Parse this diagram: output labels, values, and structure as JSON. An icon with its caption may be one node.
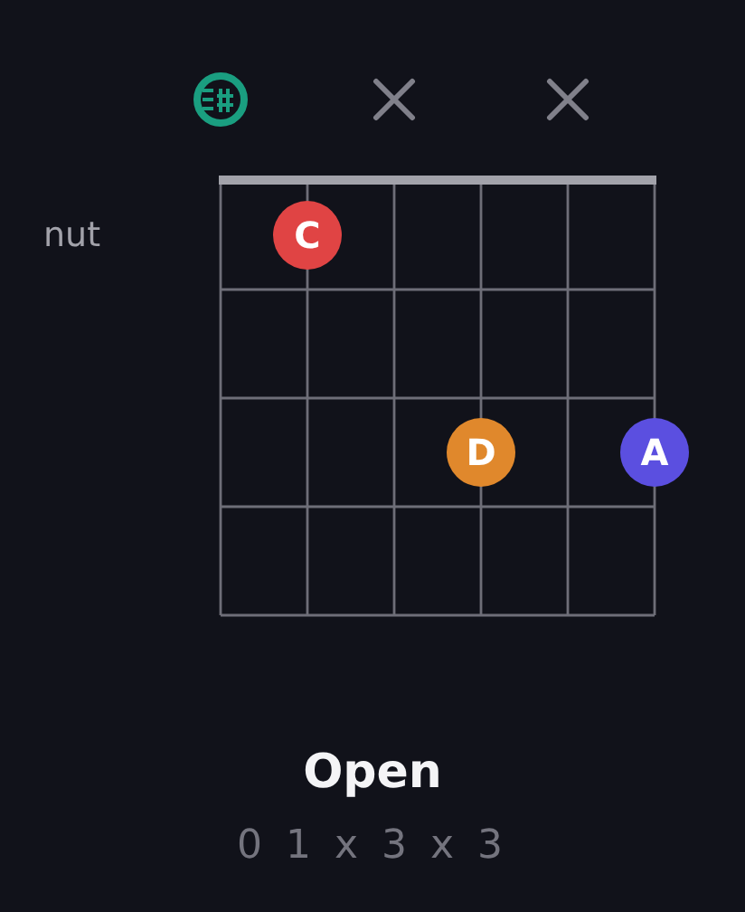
{
  "diagram": {
    "title": "Open",
    "caption": "0 1 x 3 x 3",
    "nodes": [
      {
        "text": [
          "C"
        ]
      },
      {
        "text": [
          "D"
        ]
      },
      {
        "text": [
          "A"
        ]
      }
    ],
    "labels": [
      "nut"
    ]
  }
}
